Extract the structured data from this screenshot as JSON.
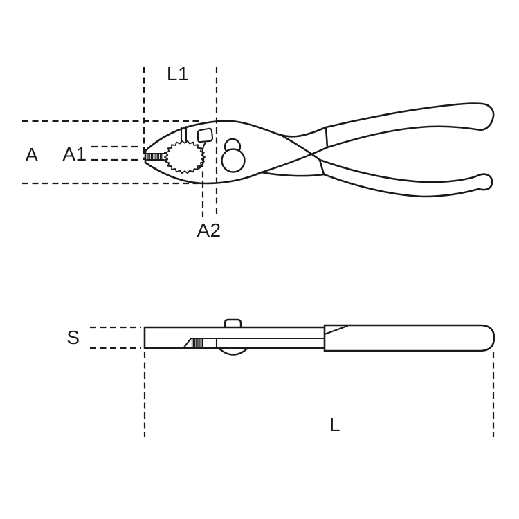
{
  "page": {
    "background_color": "#ffffff",
    "ink_color": "#1a1a1a"
  },
  "diagram": {
    "type": "technical-drawing",
    "subject": "slip-joint pliers shown in side profile view and edge (thickness) view with dimension callouts",
    "side_view": {
      "labels": {
        "l1": "L1",
        "a": "A",
        "a1": "A1",
        "a2": "A2"
      }
    },
    "edge_view": {
      "labels": {
        "s": "S",
        "l": "L"
      }
    }
  }
}
